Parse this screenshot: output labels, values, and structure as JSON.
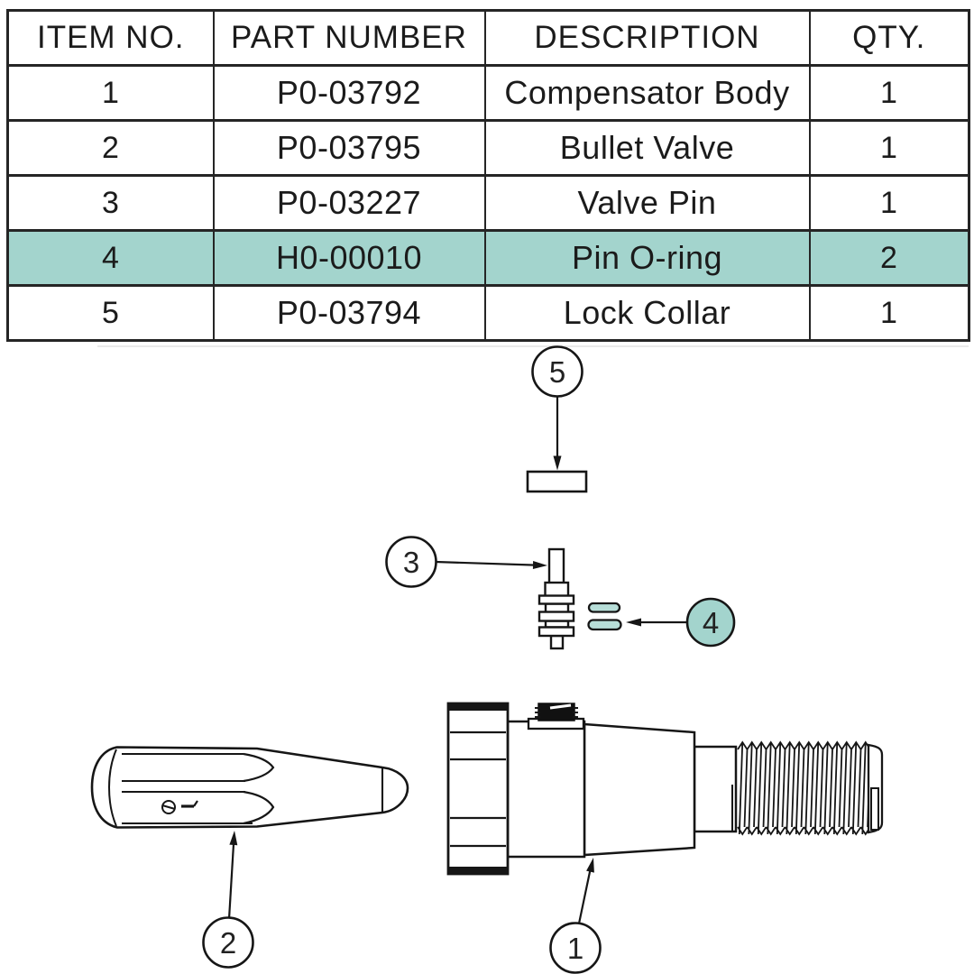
{
  "table": {
    "headers": [
      "ITEM NO.",
      "PART NUMBER",
      "DESCRIPTION",
      "QTY."
    ],
    "rows": [
      {
        "item": "1",
        "part_number": "P0-03792",
        "description": "Compensator Body",
        "qty": "1"
      },
      {
        "item": "2",
        "part_number": "P0-03795",
        "description": "Bullet Valve",
        "qty": "1"
      },
      {
        "item": "3",
        "part_number": "P0-03227",
        "description": "Valve Pin",
        "qty": "1"
      },
      {
        "item": "4",
        "part_number": "H0-00010",
        "description": "Pin O-ring",
        "qty": "2"
      },
      {
        "item": "5",
        "part_number": "P0-03794",
        "description": "Lock Collar",
        "qty": "1"
      }
    ],
    "highlighted_row_item": "4"
  },
  "diagram": {
    "balloons": [
      {
        "label": "5",
        "points_to": "Lock Collar"
      },
      {
        "label": "3",
        "points_to": "Valve Pin"
      },
      {
        "label": "4",
        "points_to": "Pin O-ring"
      },
      {
        "label": "2",
        "points_to": "Bullet Valve"
      },
      {
        "label": "1",
        "points_to": "Compensator Body"
      }
    ]
  },
  "colors": {
    "highlight_teal": "#a3d4cd",
    "oring_teal": "#b7ded8",
    "line_black": "#161616",
    "background": "#ffffff"
  }
}
